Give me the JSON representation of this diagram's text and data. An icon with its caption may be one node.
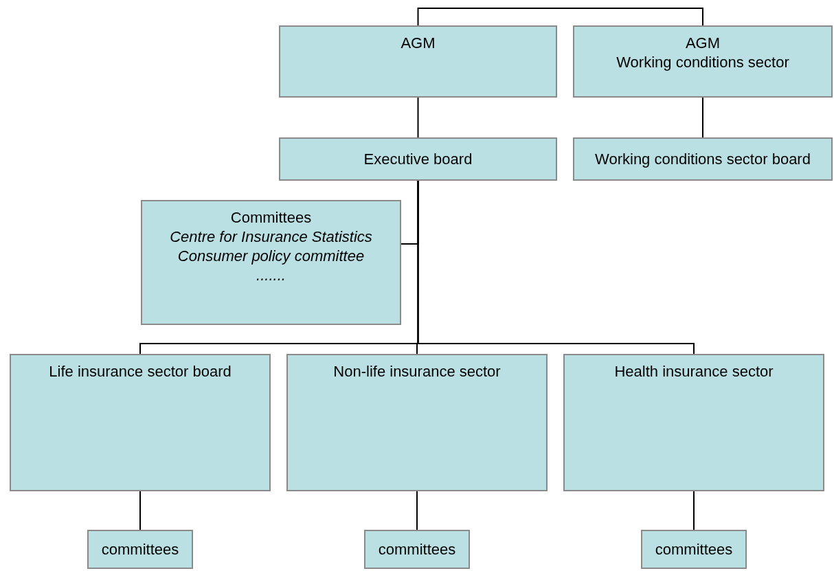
{
  "diagram": {
    "nodes": [
      {
        "text": [
          "AGM"
        ]
      },
      {
        "text": [
          "AGM",
          "Working conditions sector"
        ]
      },
      {
        "text": [
          "Executive board"
        ]
      },
      {
        "text": [
          "Working conditions sector board"
        ]
      },
      {
        "text": [
          "Committees",
          "Centre for Insurance Statistics",
          "Consumer policy committee",
          "......."
        ]
      },
      {
        "text": [
          "Life insurance sector board"
        ]
      },
      {
        "text": [
          "Non-life insurance sector"
        ]
      },
      {
        "text": [
          "Health insurance sector"
        ]
      },
      {
        "text": [
          "committees"
        ]
      },
      {
        "text": [
          "committees"
        ]
      },
      {
        "text": [
          "committees"
        ]
      }
    ],
    "edges": [
      {
        "from": 0,
        "to": 1,
        "arrow": "none"
      },
      {
        "from": 0,
        "to": 2,
        "arrow": "none"
      },
      {
        "from": 1,
        "to": 3,
        "arrow": "none"
      },
      {
        "from": 2,
        "to": 4,
        "arrow": "none"
      },
      {
        "from": 2,
        "to": 5,
        "arrow": "none"
      },
      {
        "from": 2,
        "to": 6,
        "arrow": "none"
      },
      {
        "from": 2,
        "to": 7,
        "arrow": "none"
      },
      {
        "from": 5,
        "to": 8,
        "arrow": "none"
      },
      {
        "from": 6,
        "to": 9,
        "arrow": "none"
      },
      {
        "from": 7,
        "to": 10,
        "arrow": "none"
      }
    ]
  }
}
